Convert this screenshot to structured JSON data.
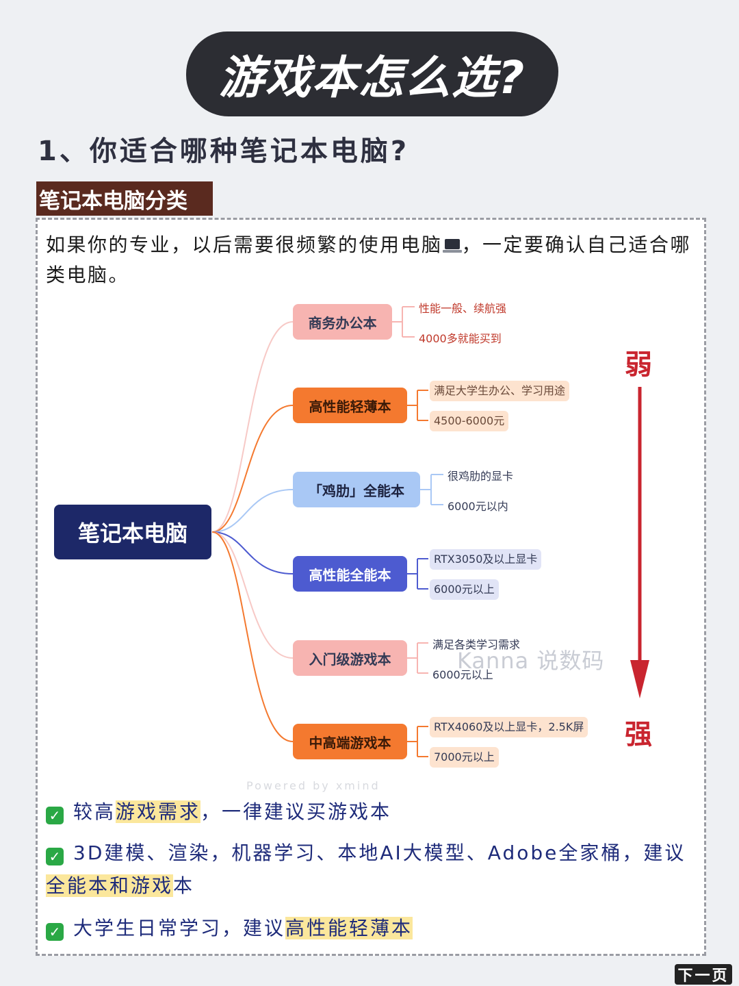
{
  "title": "游戏本怎么选?",
  "subtitle": "1、你适合哪种笔记本电脑?",
  "category_tag": "笔记本电脑分类",
  "intro": {
    "before_icon": "如果你的专业，以后需要很频繁的使用电脑",
    "icon": "laptop-icon",
    "after_icon": "，一定要确认自己适合哪类电脑。"
  },
  "mindmap": {
    "root": "笔记本电脑",
    "branches": [
      {
        "label": "商务办公本",
        "color": "#f7b4b1",
        "text_color": "#333a55",
        "leaves": [
          "性能一般、续航强",
          "4000多就能买到"
        ],
        "leaf_color": "#c0392b",
        "leaf_box": ""
      },
      {
        "label": "高性能轻薄本",
        "color": "#f4792f",
        "text_color": "#3a1a08",
        "leaves": [
          "满足大学生办公、学习用途",
          "4500-6000元"
        ],
        "leaf_color": "#6a4a3a",
        "leaf_box": "#fde3cf"
      },
      {
        "label": "「鸡肋」全能本",
        "color": "#a9c8f5",
        "text_color": "#1d2340",
        "leaves": [
          "很鸡肋的显卡",
          "6000元以内"
        ],
        "leaf_color": "#333a55",
        "leaf_box": ""
      },
      {
        "label": "高性能全能本",
        "color": "#4d5bd0",
        "text_color": "#ffffff",
        "leaves": [
          "RTX3050及以上显卡",
          "6000元以上"
        ],
        "leaf_color": "#333a55",
        "leaf_box": "#e1e4f6"
      },
      {
        "label": "入门级游戏本",
        "color": "#f7b4b1",
        "text_color": "#333a55",
        "leaves": [
          "满足各类学习需求",
          "6000元以上"
        ],
        "leaf_color": "#333a55",
        "leaf_box": ""
      },
      {
        "label": "中高端游戏本",
        "color": "#f4792f",
        "text_color": "#3a1a08",
        "leaves": [
          "RTX4060及以上显卡，2.5K屏",
          "7000元以上"
        ],
        "leaf_color": "#333a55",
        "leaf_box": "#fde3cf"
      }
    ],
    "scale_top": "弱",
    "scale_bottom": "强",
    "scale_color": "#c9252f"
  },
  "watermark": "Kanna 说数码",
  "watermark_faint": "Powered by xmind",
  "recommendations": [
    {
      "icon": "check-icon",
      "pre": "较高",
      "hl": "游戏需求",
      "post": "，一律建议买游戏本",
      "hl2": "",
      "post2": ""
    },
    {
      "icon": "check-icon",
      "pre": "3D建模、渲染，机器学习、本地AI大模型、Adobe全家桶，建议",
      "hl": "全能本和游戏",
      "post": "本",
      "hl2": "",
      "post2": ""
    },
    {
      "icon": "check-icon",
      "pre": "大学生日常学习，建议",
      "hl": "高性能轻薄本",
      "post": "",
      "hl2": "",
      "post2": ""
    }
  ],
  "next_button": "下一页",
  "colors": {
    "highlight": "#fbe79c",
    "root": "#1d2868",
    "card_border": "#9a9ca3"
  }
}
